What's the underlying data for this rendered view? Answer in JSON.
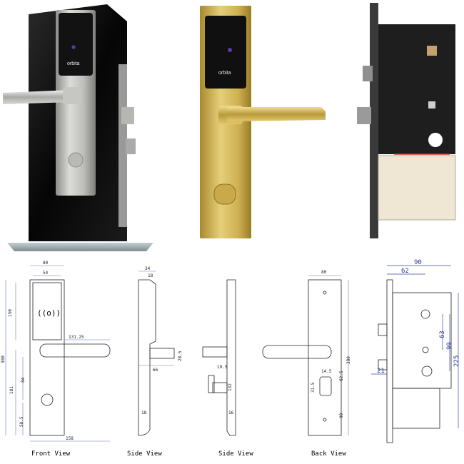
{
  "brand": "orbita",
  "rfid_symbol": "((o))",
  "view_labels": {
    "front": "Front View",
    "side1": "Side View",
    "side2": "Side View",
    "back": "Back View"
  },
  "front_dims": {
    "w_top": "80",
    "w_inner": "54",
    "h_reader": "150",
    "h_total": "380",
    "h_mid": "181",
    "h_84": "84",
    "h_58": "58.5",
    "handle": "131.25",
    "w_bottom": "158"
  },
  "side_dims": {
    "d34": "34",
    "d18": "18",
    "d28": "28.5",
    "d66": "66",
    "d18b": "18"
  },
  "side2_dims": {
    "d19": "19.5",
    "d132": "132",
    "d16": "16"
  },
  "back_dims": {
    "w80": "80",
    "h380": "380",
    "d62": "62.5",
    "d14": "14.5",
    "d31": "31.5",
    "d90": "90"
  },
  "mortise_dims": {
    "w90": "90",
    "w62": "62",
    "h63": "63",
    "h99": "99",
    "h225": "225",
    "d21": "21"
  }
}
